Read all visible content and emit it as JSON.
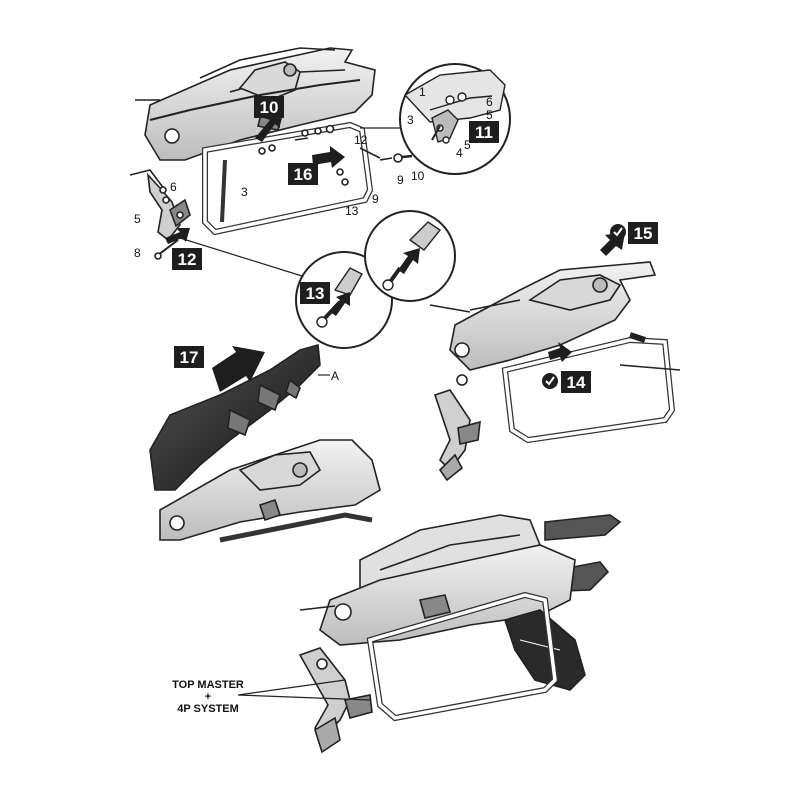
{
  "steps": {
    "s10": "10",
    "s11": "11",
    "s12": "12",
    "s13": "13",
    "s14": "14",
    "s15": "15",
    "s16": "16",
    "s17": "17"
  },
  "callouts": {
    "c1": "1",
    "c3a": "3",
    "c3b": "3",
    "c4": "4",
    "c5a": "5",
    "c5b": "5",
    "c5c": "5",
    "c6a": "6",
    "c6b": "6",
    "c8": "8",
    "c9a": "9",
    "c9b": "9",
    "c10": "10",
    "c12": "12",
    "c13": "13",
    "cA": "A"
  },
  "caption": {
    "line1": "TOP MASTER",
    "line2": "+",
    "line3": "4P SYSTEM"
  },
  "icons": {
    "check": "check-circle-icon",
    "arrow": "push-arrow-icon"
  },
  "colors": {
    "ink": "#222222",
    "fill_dark": "#2a2a2a",
    "fill_mid": "#9a9a9a",
    "fill_light": "#e6e6e6",
    "step_box": "#1e1e1e"
  }
}
